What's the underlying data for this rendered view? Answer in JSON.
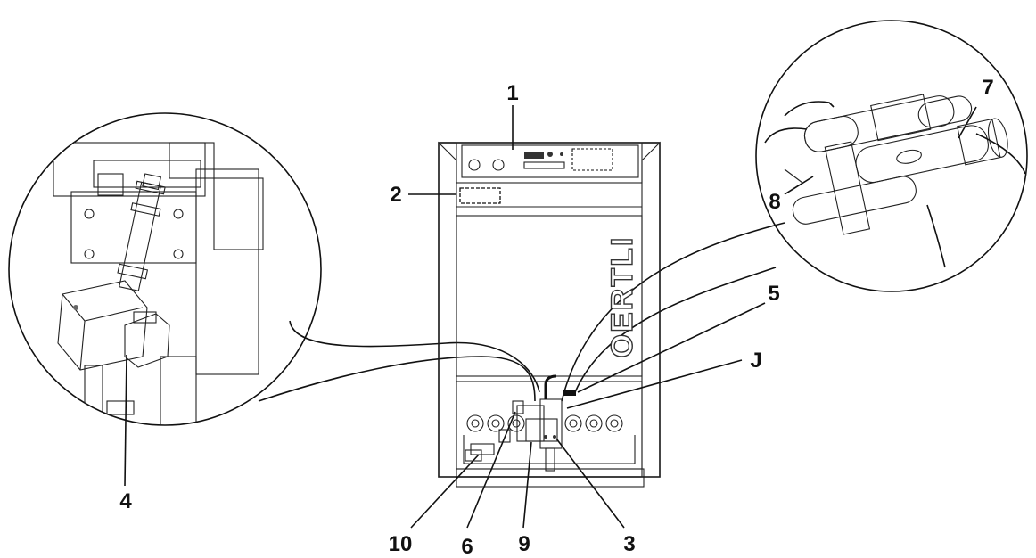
{
  "brand": {
    "logo_text": "OERTLI"
  },
  "callouts": [
    {
      "id": "label-1",
      "text": "1"
    },
    {
      "id": "label-2",
      "text": "2"
    },
    {
      "id": "label-3",
      "text": "3"
    },
    {
      "id": "label-4",
      "text": "4"
    },
    {
      "id": "label-5",
      "text": "5"
    },
    {
      "id": "label-6",
      "text": "6"
    },
    {
      "id": "label-7",
      "text": "7"
    },
    {
      "id": "label-8",
      "text": "8"
    },
    {
      "id": "label-9",
      "text": "9"
    },
    {
      "id": "label-10",
      "text": "10"
    },
    {
      "id": "label-J",
      "text": "J"
    }
  ],
  "colors": {
    "line": "#111111",
    "panel_fill": "#e6e6e6",
    "body_fill": "#eeeeee",
    "base_fill": "#d9d9d9"
  }
}
